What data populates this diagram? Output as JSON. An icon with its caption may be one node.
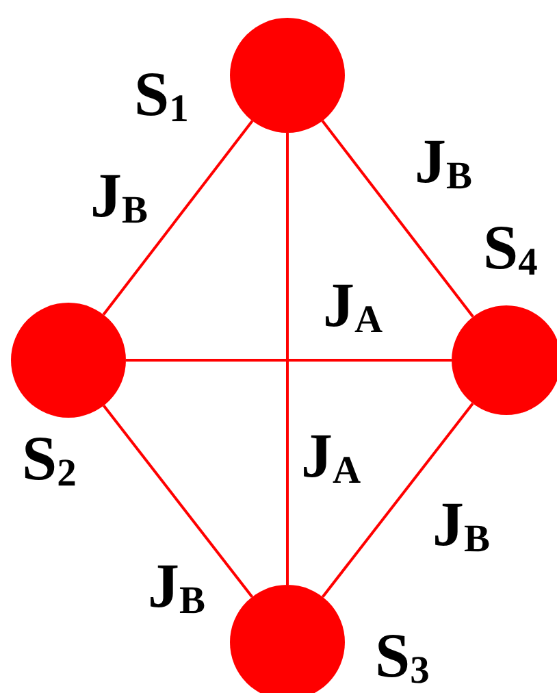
{
  "diagram": {
    "nodes": [
      {
        "text": [],
        "shape": "circle",
        "beside": [
          "S$_{1}$"
        ]
      },
      {
        "text": [],
        "shape": "circle",
        "beside": [
          "S$_{2}$"
        ]
      },
      {
        "text": [],
        "shape": "circle",
        "beside": [
          "S$_{4}$"
        ]
      },
      {
        "text": [],
        "shape": "circle",
        "beside": [
          "S$_{3}$"
        ]
      }
    ],
    "edges": [
      {
        "from": 0,
        "to": 1,
        "arrow": "none",
        "label": "J$_{B}$"
      },
      {
        "from": 0,
        "to": 2,
        "arrow": "none",
        "label": "J$_{B}$"
      },
      {
        "from": 1,
        "to": 2,
        "arrow": "none",
        "label": "J$_{A}$"
      },
      {
        "from": 0,
        "to": 3,
        "arrow": "none",
        "label": "J$_{A}$"
      },
      {
        "from": 1,
        "to": 3,
        "arrow": "none",
        "label": "J$_{B}$"
      },
      {
        "from": 2,
        "to": 3,
        "arrow": "none",
        "label": "J$_{B}$"
      }
    ]
  }
}
